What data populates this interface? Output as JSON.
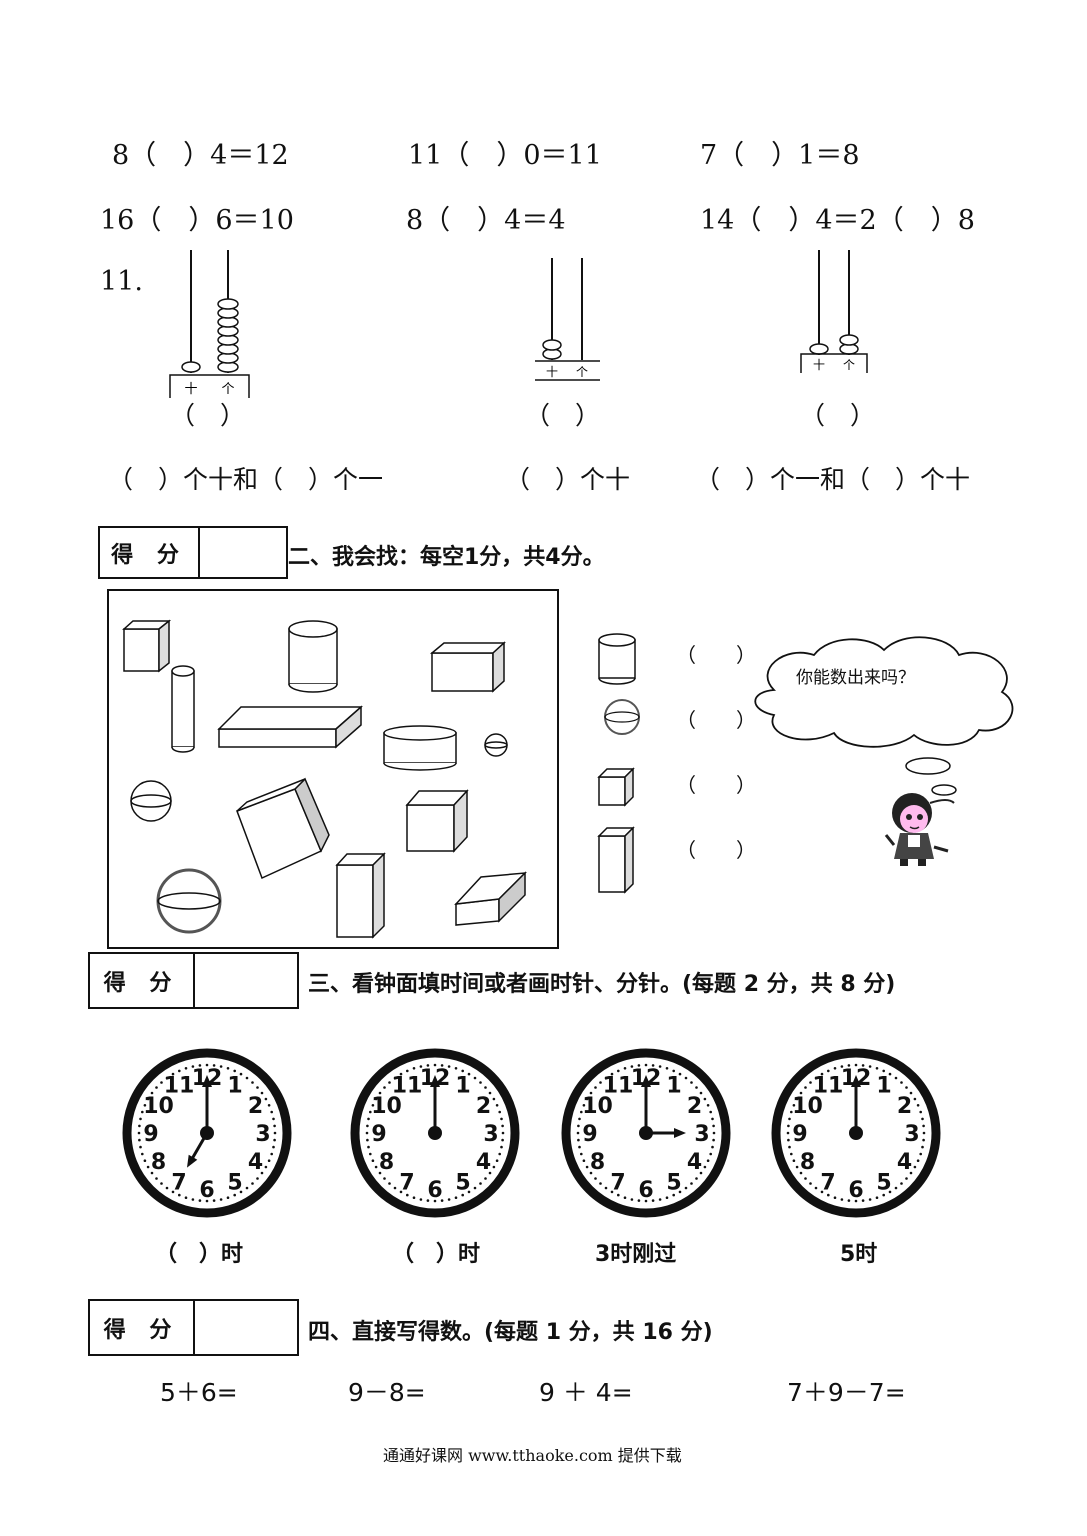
{
  "section1": {
    "row1": [
      "8（　）4＝12",
      "11（　）0＝11",
      "7（　）1＝8"
    ],
    "row2": [
      "16（　）6＝10",
      "8（　）4＝4",
      "14（　）4＝2（　）8"
    ],
    "q11": "11.",
    "abacus_place_labels": [
      "十",
      "个"
    ],
    "blanks": [
      "（　）",
      "（　）",
      "（　）"
    ],
    "fill_line": [
      "（　）个十和（　）个一",
      "（　）个十",
      "（　）个一和（　）个十"
    ]
  },
  "section2": {
    "score_label": "得 分",
    "heading": "二、我会找：每空1分，共4分。",
    "answer_blanks": [
      "（　　）",
      "（　　）",
      "（　　）",
      "（　　）"
    ],
    "bubble": "你能数出来吗？"
  },
  "section3": {
    "score_label": "得 分",
    "heading": "三、看钟面填时间或者画时针、分针。(每题 2 分，共 8 分)",
    "clock_times": [
      "7:00",
      "12:00",
      "3:00",
      "12:00"
    ],
    "captions": [
      "（　）时",
      "（　）时",
      "3时刚过",
      "5时"
    ]
  },
  "section4": {
    "score_label": "得 分",
    "heading": "四、直接写得数。(每题 1 分，共 16 分)",
    "problems": [
      "5＋6=",
      "9－8=",
      "9 ＋ 4=",
      "7＋9－7="
    ]
  },
  "footer": "通通好课网 www.tthaoke.com 提供下载"
}
